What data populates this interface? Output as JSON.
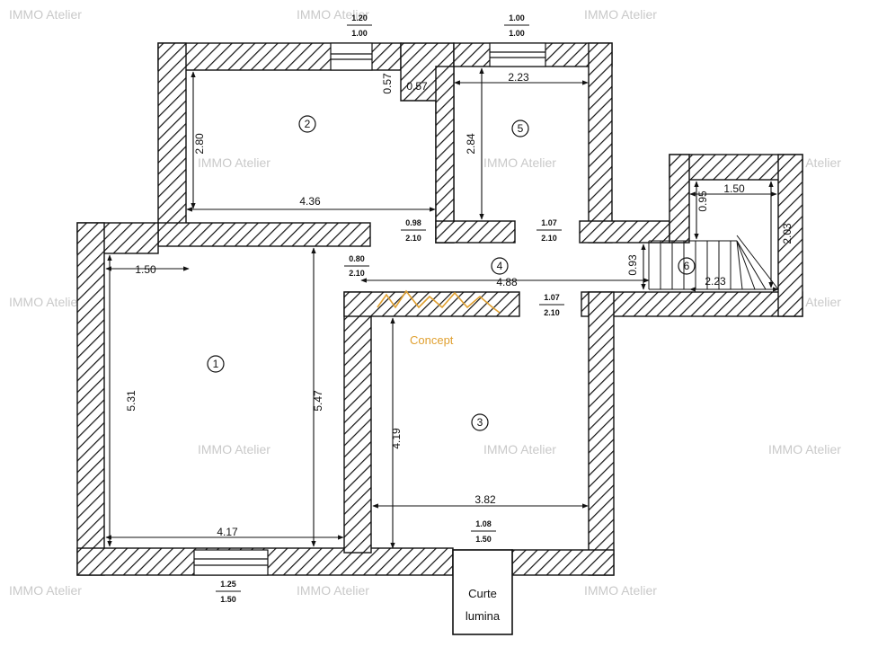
{
  "watermark": "IMMO Atelier",
  "logo": {
    "text": "Concept",
    "color": "#e0a030"
  },
  "colors": {
    "wall": "#111111",
    "paper": "#ffffff",
    "watermark": "#c9c9c9"
  },
  "rooms": [
    "1",
    "2",
    "3",
    "4",
    "5",
    "6"
  ],
  "dimensions": {
    "r2_width": "4.36",
    "r2_height": "2.80",
    "notch_v": "0.57",
    "notch_h": "0.57",
    "r5_width": "2.23",
    "r5_height": "2.84",
    "r1_partial": "1.50",
    "r1_width": "4.17",
    "r1_height_left": "5.31",
    "r1_height_right": "5.47",
    "r3_width": "3.82",
    "r3_height": "4.19",
    "hall_length": "4.88",
    "hall_width": "0.93",
    "stair_width": "1.50",
    "stair_height": "2.03",
    "stair_small": "0.95",
    "stair_length": "2.23"
  },
  "openings": {
    "win_r2": {
      "top": "1.20",
      "bottom": "1.00"
    },
    "win_r5": {
      "top": "1.00",
      "bottom": "1.00"
    },
    "door_r2": {
      "top": "0.98",
      "bottom": "2.10"
    },
    "door_r5": {
      "top": "1.07",
      "bottom": "2.10"
    },
    "door_r1": {
      "top": "0.80",
      "bottom": "2.10"
    },
    "door_r3": {
      "top": "1.07",
      "bottom": "2.10"
    },
    "win_r3": {
      "top": "1.08",
      "bottom": "1.50"
    },
    "win_r1": {
      "top": "1.25",
      "bottom": "1.50"
    }
  },
  "courtyard": {
    "line1": "Curte",
    "line2": "lumina"
  }
}
